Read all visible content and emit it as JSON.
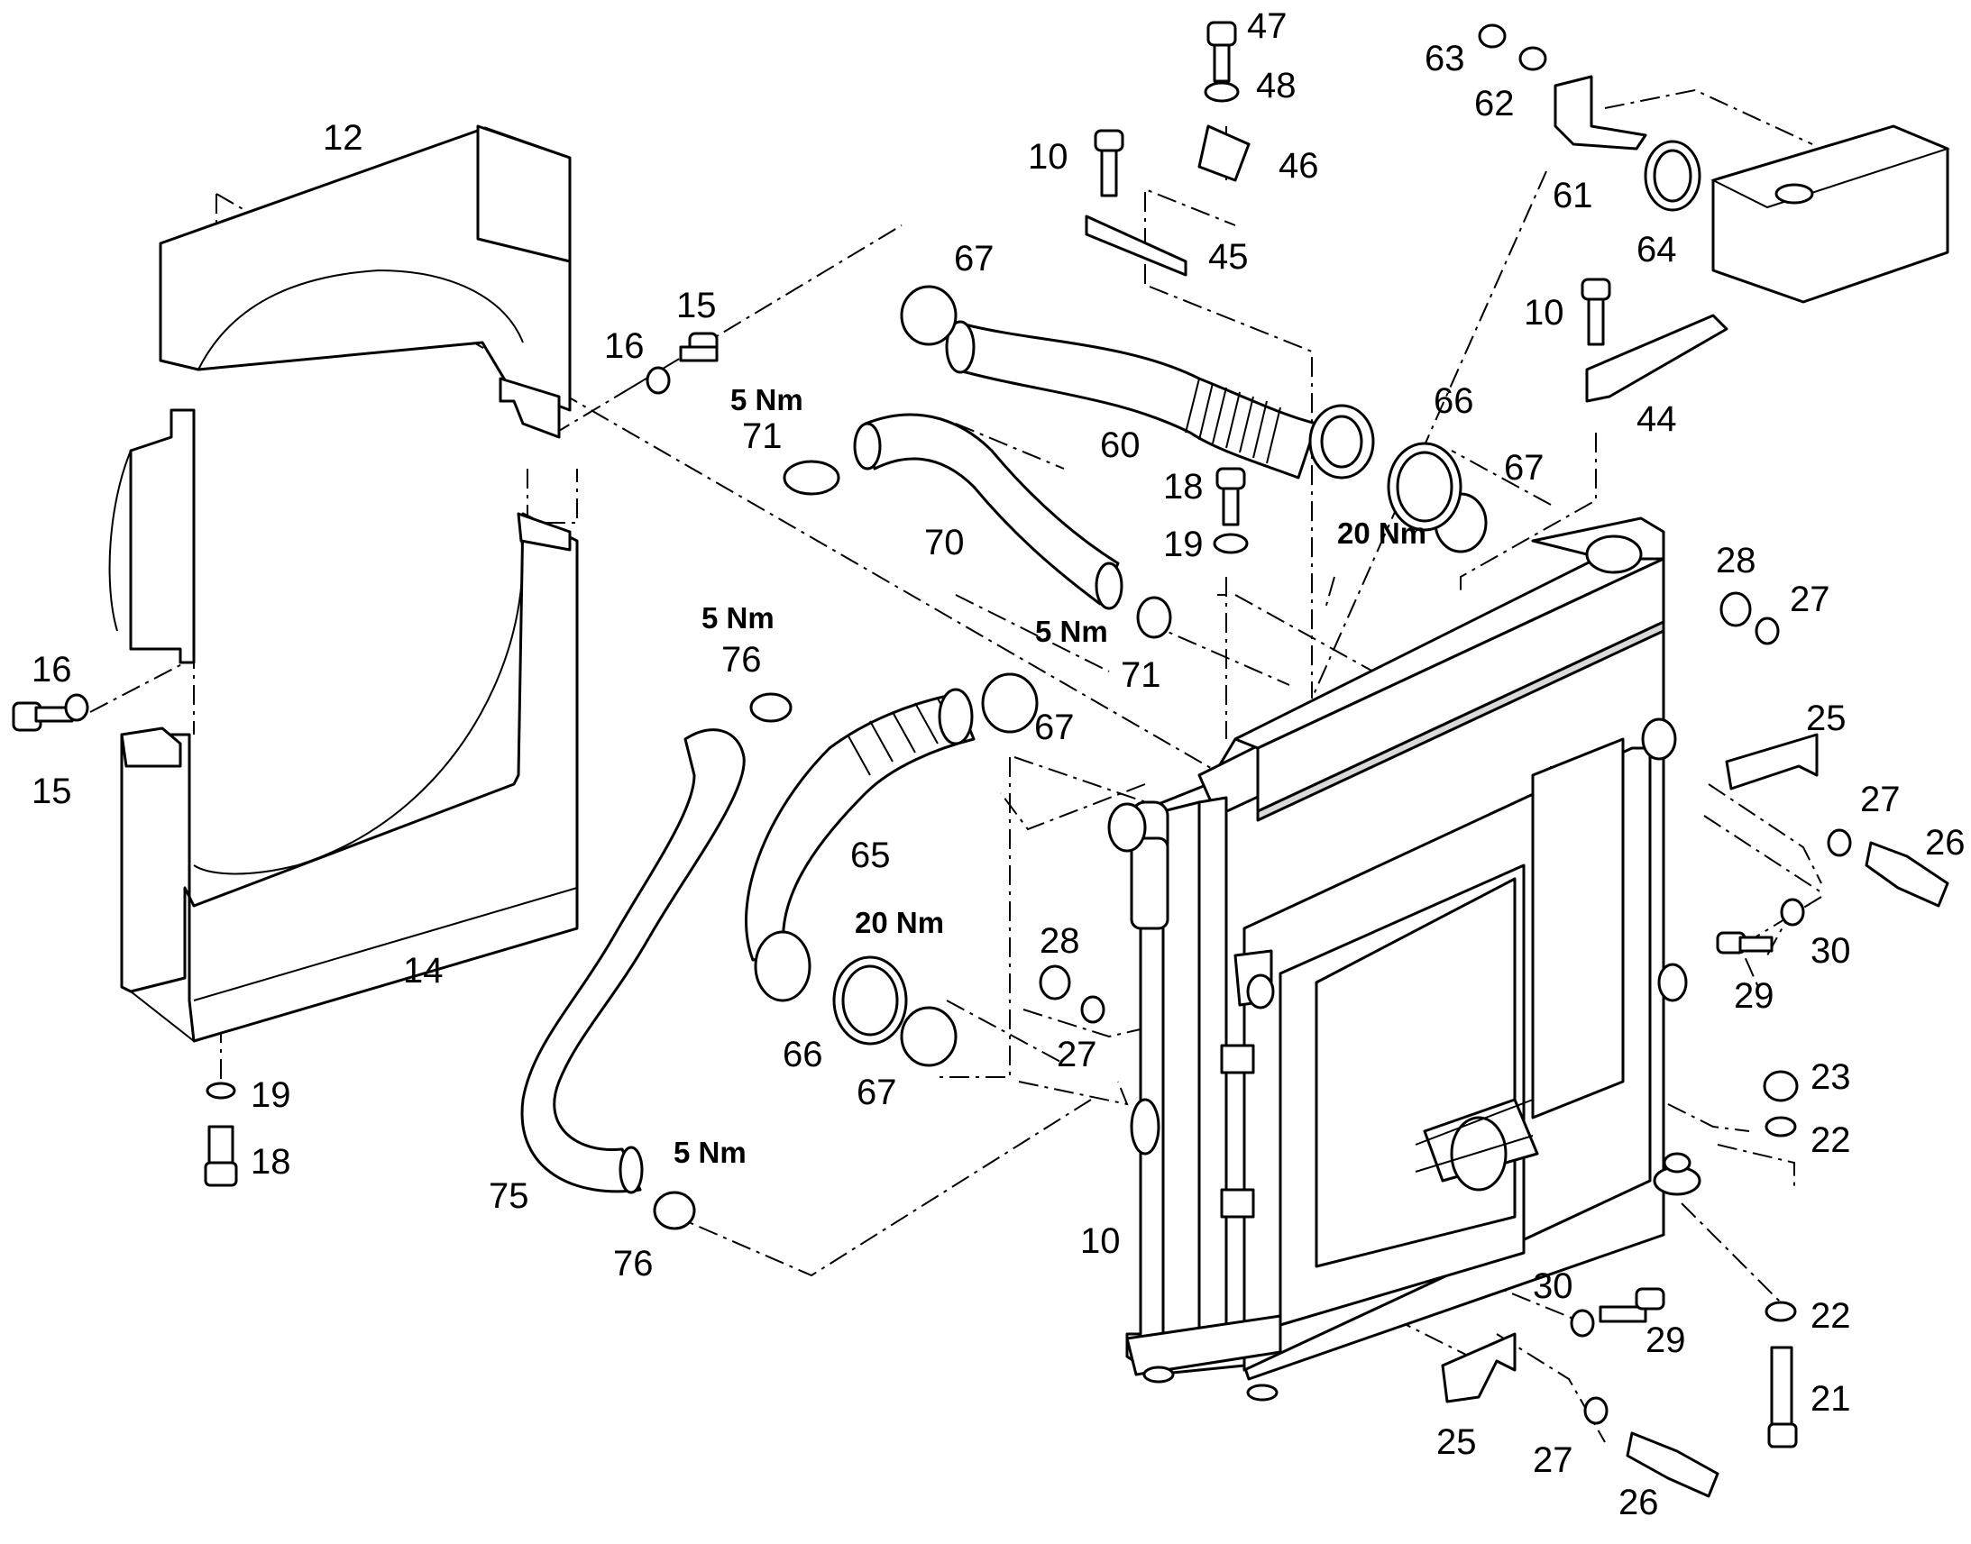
{
  "callouts": [
    {
      "text": "12"
    },
    {
      "text": "14"
    },
    {
      "text": "16"
    },
    {
      "text": "15"
    },
    {
      "text": "16"
    },
    {
      "text": "15"
    },
    {
      "text": "19"
    },
    {
      "text": "18"
    },
    {
      "text": "47"
    },
    {
      "text": "48"
    },
    {
      "text": "46"
    },
    {
      "text": "10"
    },
    {
      "text": "45"
    },
    {
      "text": "63"
    },
    {
      "text": "62"
    },
    {
      "text": "61"
    },
    {
      "text": "64"
    },
    {
      "text": "67"
    },
    {
      "text": "60"
    },
    {
      "text": "66"
    },
    {
      "text": "67"
    },
    {
      "text": "10"
    },
    {
      "text": "44"
    },
    {
      "text": "71"
    },
    {
      "text": "70"
    },
    {
      "text": "18"
    },
    {
      "text": "19"
    },
    {
      "text": "71"
    },
    {
      "text": "76"
    },
    {
      "text": "65"
    },
    {
      "text": "67"
    },
    {
      "text": "66"
    },
    {
      "text": "67"
    },
    {
      "text": "75"
    },
    {
      "text": "76"
    },
    {
      "text": "28"
    },
    {
      "text": "27"
    },
    {
      "text": "28"
    },
    {
      "text": "27"
    },
    {
      "text": "25"
    },
    {
      "text": "27"
    },
    {
      "text": "26"
    },
    {
      "text": "30"
    },
    {
      "text": "29"
    },
    {
      "text": "23"
    },
    {
      "text": "22"
    },
    {
      "text": "22"
    },
    {
      "text": "21"
    },
    {
      "text": "10"
    },
    {
      "text": "30"
    },
    {
      "text": "29"
    },
    {
      "text": "25"
    },
    {
      "text": "27"
    },
    {
      "text": "26"
    }
  ],
  "torque_labels": [
    {
      "text": "5 Nm"
    },
    {
      "text": "20 Nm"
    },
    {
      "text": "5 Nm"
    },
    {
      "text": "5 Nm"
    },
    {
      "text": "20 Nm"
    },
    {
      "text": "5 Nm"
    }
  ]
}
